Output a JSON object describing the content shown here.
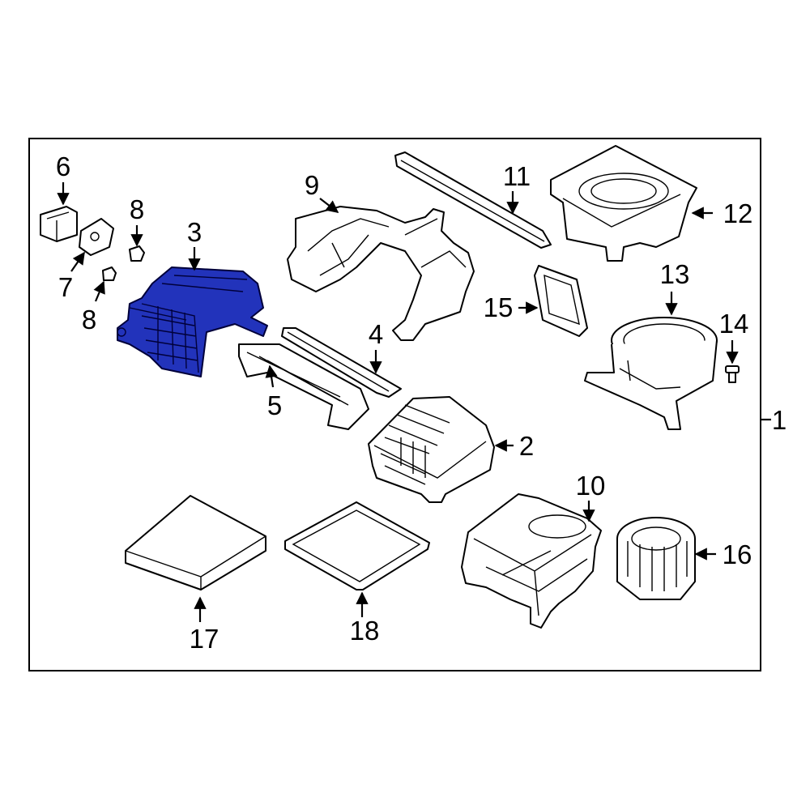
{
  "callouts": {
    "c1": "1",
    "c2": "2",
    "c3": "3",
    "c4": "4",
    "c5": "5",
    "c6": "6",
    "c7": "7",
    "c8a": "8",
    "c8b": "8",
    "c9": "9",
    "c10": "10",
    "c11": "11",
    "c12": "12",
    "c13": "13",
    "c14": "14",
    "c15": "15",
    "c16": "16",
    "c17": "17",
    "c18": "18"
  },
  "colors": {
    "highlight": "#2233bb",
    "outline": "#000000",
    "background": "#ffffff"
  }
}
